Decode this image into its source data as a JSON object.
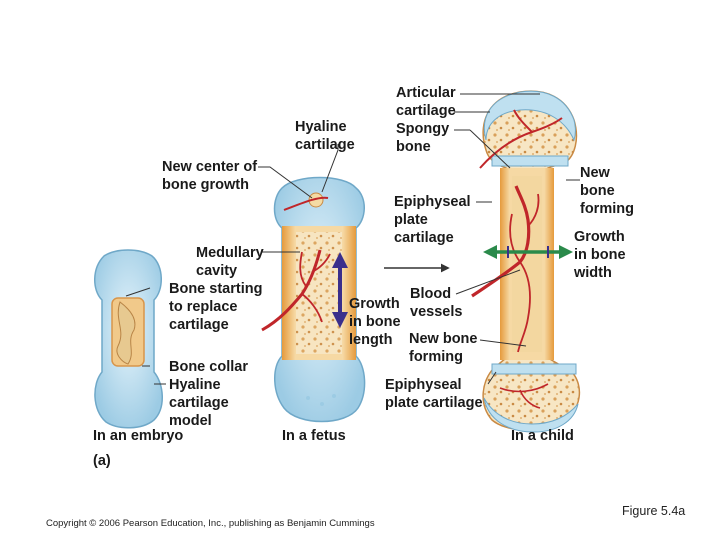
{
  "labels": {
    "articular_cartilage": "Articular\ncartilage",
    "spongy_bone": "Spongy\nbone",
    "hyaline_cartilage_top": "Hyaline\ncartilage",
    "new_center": "New center of\nbone growth",
    "epiphyseal_plate_cartilage_top": "Epiphyseal\nplate\ncartilage",
    "new_bone_forming_right": "New\nbone\nforming",
    "growth_in_bone_width": "Growth\nin bone\nwidth",
    "medullary_cavity": "Medullary\ncavity",
    "bone_starting": "Bone starting\nto replace\ncartilage",
    "blood_vessels": "Blood\nvessels",
    "growth_in_bone_length": "Growth\nin bone\nlength",
    "new_bone_forming_mid": "New bone\nforming",
    "bone_collar": "Bone collar",
    "hyaline_cartilage_model": "Hyaline\ncartilage\nmodel",
    "epiphyseal_plate_cartilage_bottom": "Epiphyseal\nplate cartilage"
  },
  "captions": {
    "embryo": "In an embryo",
    "fetus": "In a fetus",
    "child": "In a child",
    "panel": "(a)"
  },
  "footer": {
    "copyright": "Copyright © 2006 Pearson Education, Inc., publishing as Benjamin Cummings",
    "figure": "Figure 5.4a"
  },
  "colors": {
    "cartilage": "#bfe0f0",
    "bone_shaft": "#f4d9a8",
    "compact_bone": "#e8a64a",
    "blood_vessel": "#c0262a",
    "arrow_purple": "#3a2f8c",
    "arrow_green": "#2a8a4a"
  }
}
